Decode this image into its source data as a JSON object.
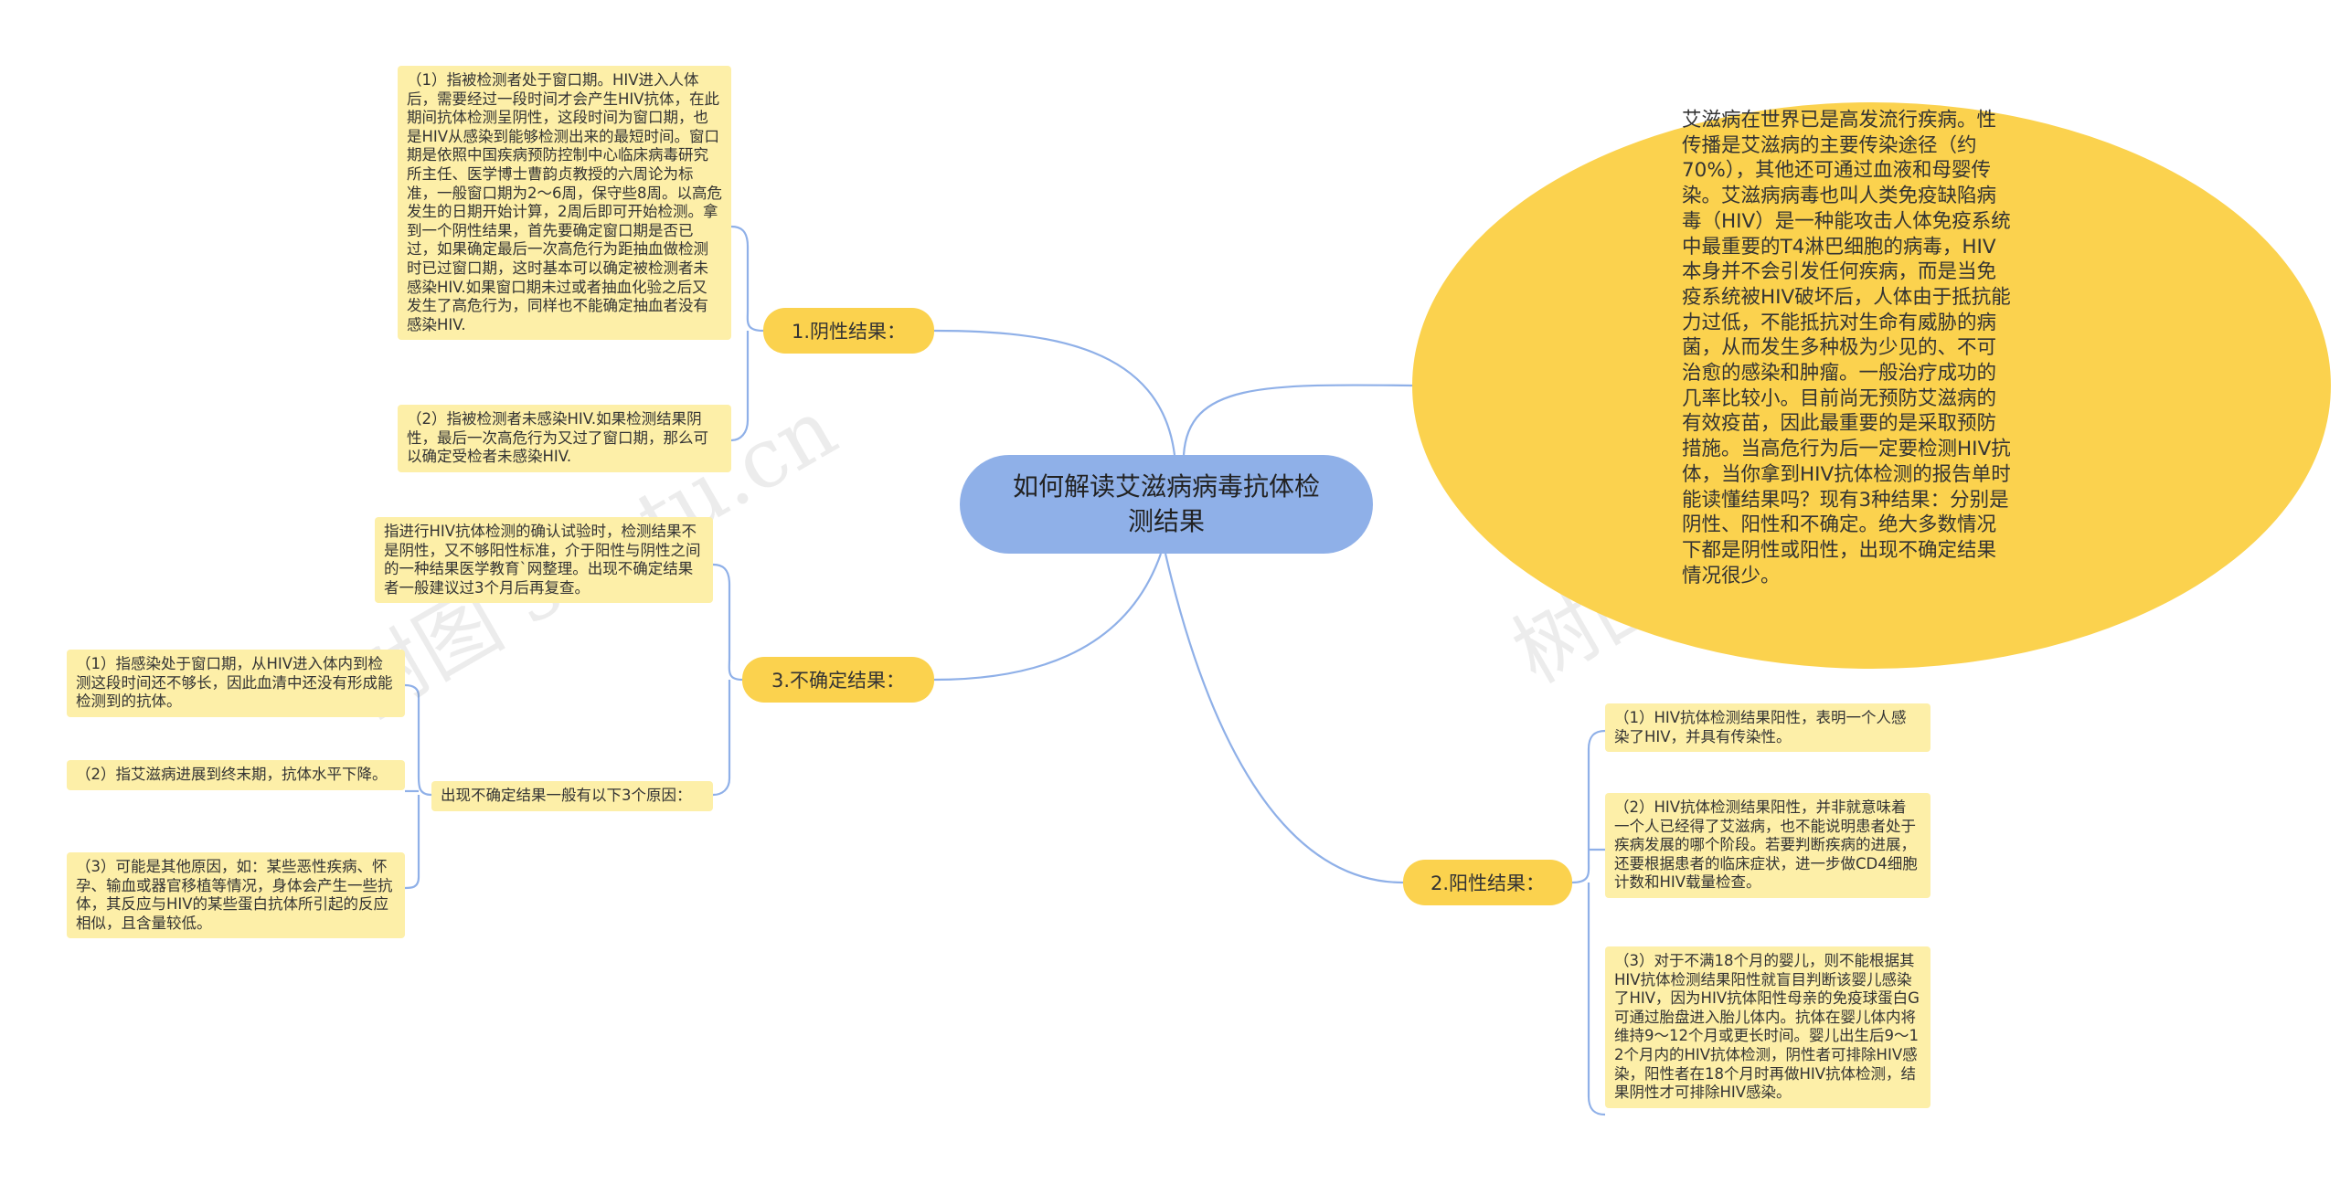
{
  "root": {
    "title": "如何解读艾滋病病毒抗体检测结果"
  },
  "summary": {
    "text": "艾滋病在世界已是高发流行疾病。性传播是艾滋病的主要传染途径（约70%），其他还可通过血液和母婴传染。艾滋病病毒也叫人类免疫缺陷病毒（HIV）是一种能攻击人体免疫系统中最重要的T4淋巴细胞的病毒，HIV本身并不会引发任何疾病，而是当免疫系统被HIV破坏后，人体由于抵抗能力过低，不能抵抗对生命有威胁的病菌，从而发生多种极为少见的、不可治愈的感染和肿瘤。一般治疗成功的几率比较小。目前尚无预防艾滋病的有效疫苗，因此最重要的是采取预防措施。当高危行为后一定要检测HIV抗体，当你拿到HIV抗体检测的报告单时能读懂结果吗？现有3种结果：分别是阴性、阳性和不确定。绝大多数情况下都是阴性或阳性，出现不确定结果情况很少。"
  },
  "negative": {
    "label": "1.阴性结果：",
    "notes": [
      "（1）指被检测者处于窗口期。HIV进入人体后，需要经过一段时间才会产生HIV抗体，在此期间抗体检测呈阴性，这段时间为窗口期，也是HIV从感染到能够检测出来的最短时间。窗口期是依照中国疾病预防控制中心临床病毒研究所主任、医学博士曹韵贞教授的六周论为标准，一般窗口期为2～6周，保守些8周。以高危发生的日期开始计算，2周后即可开始检测。拿到一个阴性结果，首先要确定窗口期是否已过，如果确定最后一次高危行为距抽血做检测时已过窗口期，这时基本可以确定被检测者未感染HIV.如果窗口期未过或者抽血化验之后又发生了高危行为，同样也不能确定抽血者没有感染HIV.",
      "（2）指被检测者未感染HIV.如果检测结果阴性，最后一次高危行为又过了窗口期，那么可以确定受检者未感染HIV."
    ]
  },
  "uncertain": {
    "label": "3.不确定结果：",
    "definition": "指进行HIV抗体检测的确认试验时，检测结果不是阴性，又不够阳性标准，介于阳性与阴性之间的一种结果医学教育`网整理。出现不确定结果者一般建议过3个月后再复查。",
    "reasons_label": "出现不确定结果一般有以下3个原因：",
    "reasons": [
      "（1）指感染处于窗口期，从HIV进入体内到检测这段时间还不够长，因此血清中还没有形成能检测到的抗体。",
      "（2）指艾滋病进展到终末期，抗体水平下降。",
      "（3）可能是其他原因，如：某些恶性疾病、怀孕、输血或器官移植等情况，身体会产生一些抗体，其反应与HIV的某些蛋白抗体所引起的反应相似，且含量较低。"
    ]
  },
  "positive": {
    "label": "2.阳性结果：",
    "notes": [
      "（1）HIV抗体检测结果阳性，表明一个人感染了HIV，并具有传染性。",
      "（2）HIV抗体检测结果阳性，并非就意味着一个人已经得了艾滋病，也不能说明患者处于疾病发展的哪个阶段。若要判断疾病的进展，还要根据患者的临床症状，进一步做CD4细胞计数和HIV载量检查。",
      "（3）对于不满18个月的婴儿，则不能根据其HIV抗体检测结果阳性就盲目判断该婴儿感染了HIV，因为HIV抗体阳性母亲的免疫球蛋白G可通过胎盘进入胎儿体内。抗体在婴儿体内将维持9～12个月或更长时间。婴儿出生后9～12个月内的HIV抗体检测，阴性者可排除HIV感染，阳性者在18个月时再做HIV抗体检测，结果阴性才可排除HIV感染。"
    ]
  },
  "watermarks": [
    "树图 shutu.cn",
    "树图 shutu.cn"
  ],
  "colors": {
    "root": "#8fb0e8",
    "branch": "#fbd24e",
    "note": "#fdefa8",
    "line": "#8fb0e8"
  }
}
